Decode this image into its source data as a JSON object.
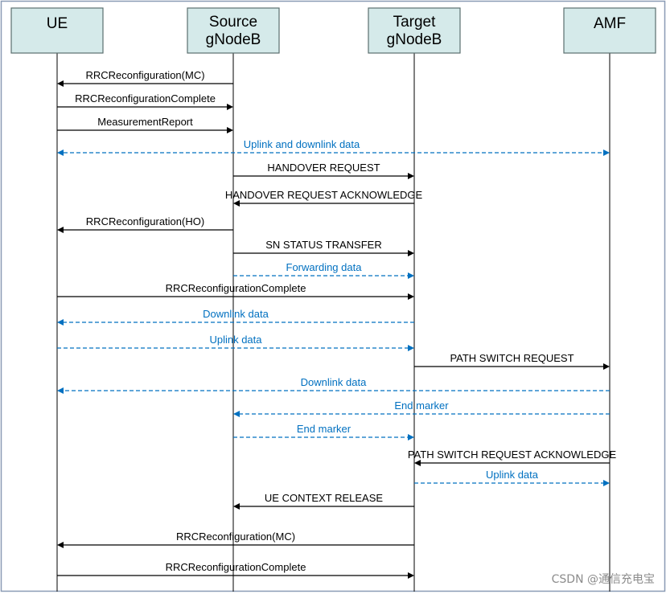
{
  "entities": [
    {
      "id": "ue",
      "lines": [
        "UE"
      ]
    },
    {
      "id": "source",
      "lines": [
        "Source",
        "gNodeB"
      ]
    },
    {
      "id": "target",
      "lines": [
        "Target",
        "gNodeB"
      ]
    },
    {
      "id": "amf",
      "lines": [
        "AMF"
      ]
    }
  ],
  "messages": [
    {
      "label": "RRCReconfiguration(MC)",
      "from": "source",
      "to": "ue",
      "style": "solid"
    },
    {
      "label": "RRCReconfigurationComplete",
      "from": "ue",
      "to": "source",
      "style": "solid"
    },
    {
      "label": "MeasurementReport",
      "from": "ue",
      "to": "source",
      "style": "solid"
    },
    {
      "label": "Uplink and downlink data",
      "from": "ue",
      "to": "amf",
      "style": "dashed",
      "bidirectional": true
    },
    {
      "label": "HANDOVER REQUEST",
      "from": "source",
      "to": "target",
      "style": "solid"
    },
    {
      "label": "HANDOVER REQUEST ACKNOWLEDGE",
      "from": "target",
      "to": "source",
      "style": "solid"
    },
    {
      "label": "RRCReconfiguration(HO)",
      "from": "source",
      "to": "ue",
      "style": "solid"
    },
    {
      "label": "SN STATUS TRANSFER",
      "from": "source",
      "to": "target",
      "style": "solid"
    },
    {
      "label": "Forwarding data",
      "from": "source",
      "to": "target",
      "style": "dashed"
    },
    {
      "label": "RRCReconfigurationComplete",
      "from": "ue",
      "to": "target",
      "style": "solid"
    },
    {
      "label": "Downlink data",
      "from": "target",
      "to": "ue",
      "style": "dashed"
    },
    {
      "label": "Uplink data",
      "from": "ue",
      "to": "target",
      "style": "dashed"
    },
    {
      "label": "PATH SWITCH REQUEST",
      "from": "target",
      "to": "amf",
      "style": "solid"
    },
    {
      "label": "Downlink data",
      "from": "amf",
      "to": "ue",
      "style": "dashed"
    },
    {
      "label": "End marker",
      "from": "amf",
      "to": "source",
      "style": "dashed"
    },
    {
      "label": "End marker",
      "from": "source",
      "to": "target",
      "style": "dashed"
    },
    {
      "label": "PATH SWITCH REQUEST ACKNOWLEDGE",
      "from": "amf",
      "to": "target",
      "style": "solid"
    },
    {
      "label": "Uplink data",
      "from": "target",
      "to": "amf",
      "style": "dashed"
    },
    {
      "label": "UE CONTEXT RELEASE",
      "from": "target",
      "to": "source",
      "style": "solid"
    },
    {
      "label": "RRCReconfiguration(MC)",
      "from": "target",
      "to": "ue",
      "style": "solid"
    },
    {
      "label": "RRCReconfigurationComplete",
      "from": "ue",
      "to": "target",
      "style": "solid"
    }
  ],
  "colors": {
    "box_fill": "#d5eaea",
    "box_border": "#5a6e6e",
    "solid_line": "#000000",
    "dashed_line": "#0070c0",
    "frame": "#8a9bb5"
  },
  "watermark": "CSDN @通信充电宝"
}
